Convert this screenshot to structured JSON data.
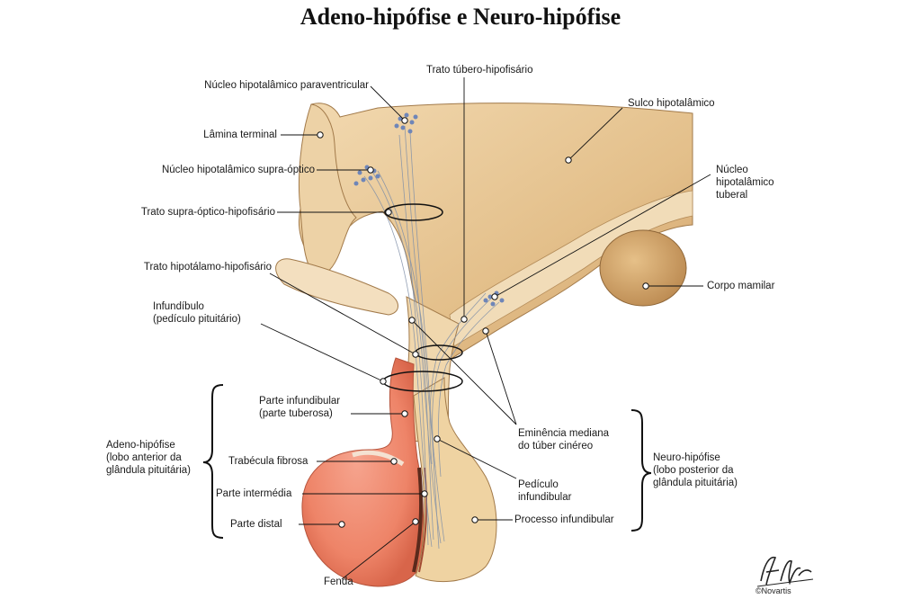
{
  "title": "Adeno-hipófise e Neuro-hipófise",
  "labels": {
    "paraventricular": "Núcleo hipotalâmico paraventricular",
    "lamina_terminal": "Lâmina terminal",
    "supraoptic_nucleus": "Núcleo hipotalâmico supra-óptico",
    "supraoptic_tract": "Trato supra-óptico-hipofisário",
    "hypothalamo_tract": "Trato hipotálamo-hipofisário",
    "infundibulum_1": "Infundíbulo",
    "infundibulum_2": "(pedículo pituitário)",
    "tubero_tract": "Trato túbero-hipofisário",
    "sulcus": "Sulco hipotalâmico",
    "tuberal_1": "Núcleo",
    "tuberal_2": "hipotalâmico",
    "tuberal_3": "tuberal",
    "mamillary": "Corpo mamilar",
    "pars_infundibular_1": "Parte infundibular",
    "pars_infundibular_2": "(parte tuberosa)",
    "trabecula": "Trabécula fibrosa",
    "pars_intermedia": "Parte intermédia",
    "pars_distal": "Parte distal",
    "cleft": "Fenda",
    "median_eminence_1": "Eminência mediana",
    "median_eminence_2": "do túber cinéreo",
    "stalk_1": "Pedículo",
    "stalk_2": "infundibular",
    "process": "Processo infundibular",
    "adeno_1": "Adeno-hipófise",
    "adeno_2": "(lobo anterior da",
    "adeno_3": "glândula pituitária)",
    "neuro_1": "Neuro-hipófise",
    "neuro_2": "(lobo posterior da",
    "neuro_3": "glândula pituitária)",
    "copyright": "©Novartis"
  },
  "colors": {
    "tissue": "#e8c796",
    "tissue_shade": "#cfa06a",
    "tissue_light": "#f3dfbf",
    "adeno": "#f0917a",
    "adeno_dark": "#d9684e",
    "fibers": "#7f8fa8",
    "nuclei": "#6f86b8",
    "leader": "#111111"
  }
}
